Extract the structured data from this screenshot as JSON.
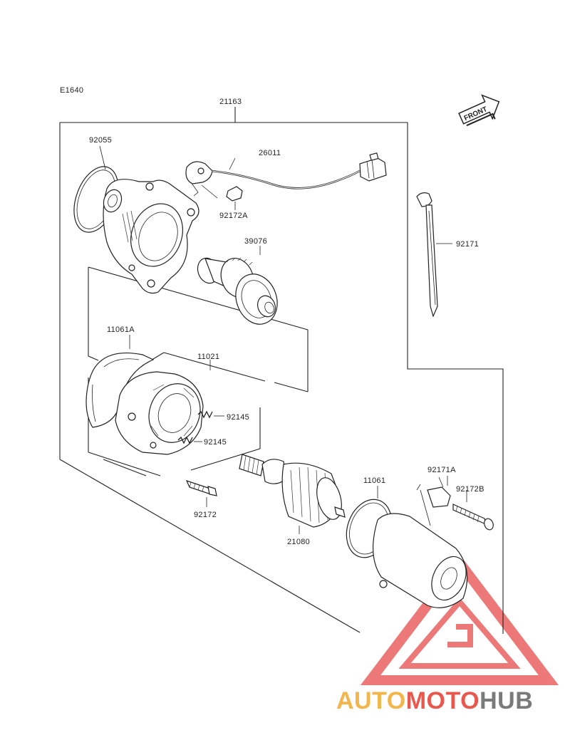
{
  "diagram": {
    "code": "E1640",
    "front_label": "FRONT",
    "labels": {
      "p21163": "21163",
      "p92055": "92055",
      "p26011": "26011",
      "p92172A": "92172A",
      "p39076": "39076",
      "p92171": "92171",
      "p11061A": "11061A",
      "p11021": "11021",
      "p92145a": "92145",
      "p92145b": "92145",
      "p92172": "92172",
      "p21080": "21080",
      "p11061": "11061",
      "p92171A": "92171A",
      "p92172B": "92172B"
    }
  },
  "watermark": {
    "text_auto": "AUTO",
    "text_moto": "MOTO",
    "text_hub": "HUB",
    "color_auto": "#f2b64a",
    "color_moto": "#e8584f",
    "color_hub": "#7a7a7a",
    "triangle_color": "#e84c4c"
  }
}
